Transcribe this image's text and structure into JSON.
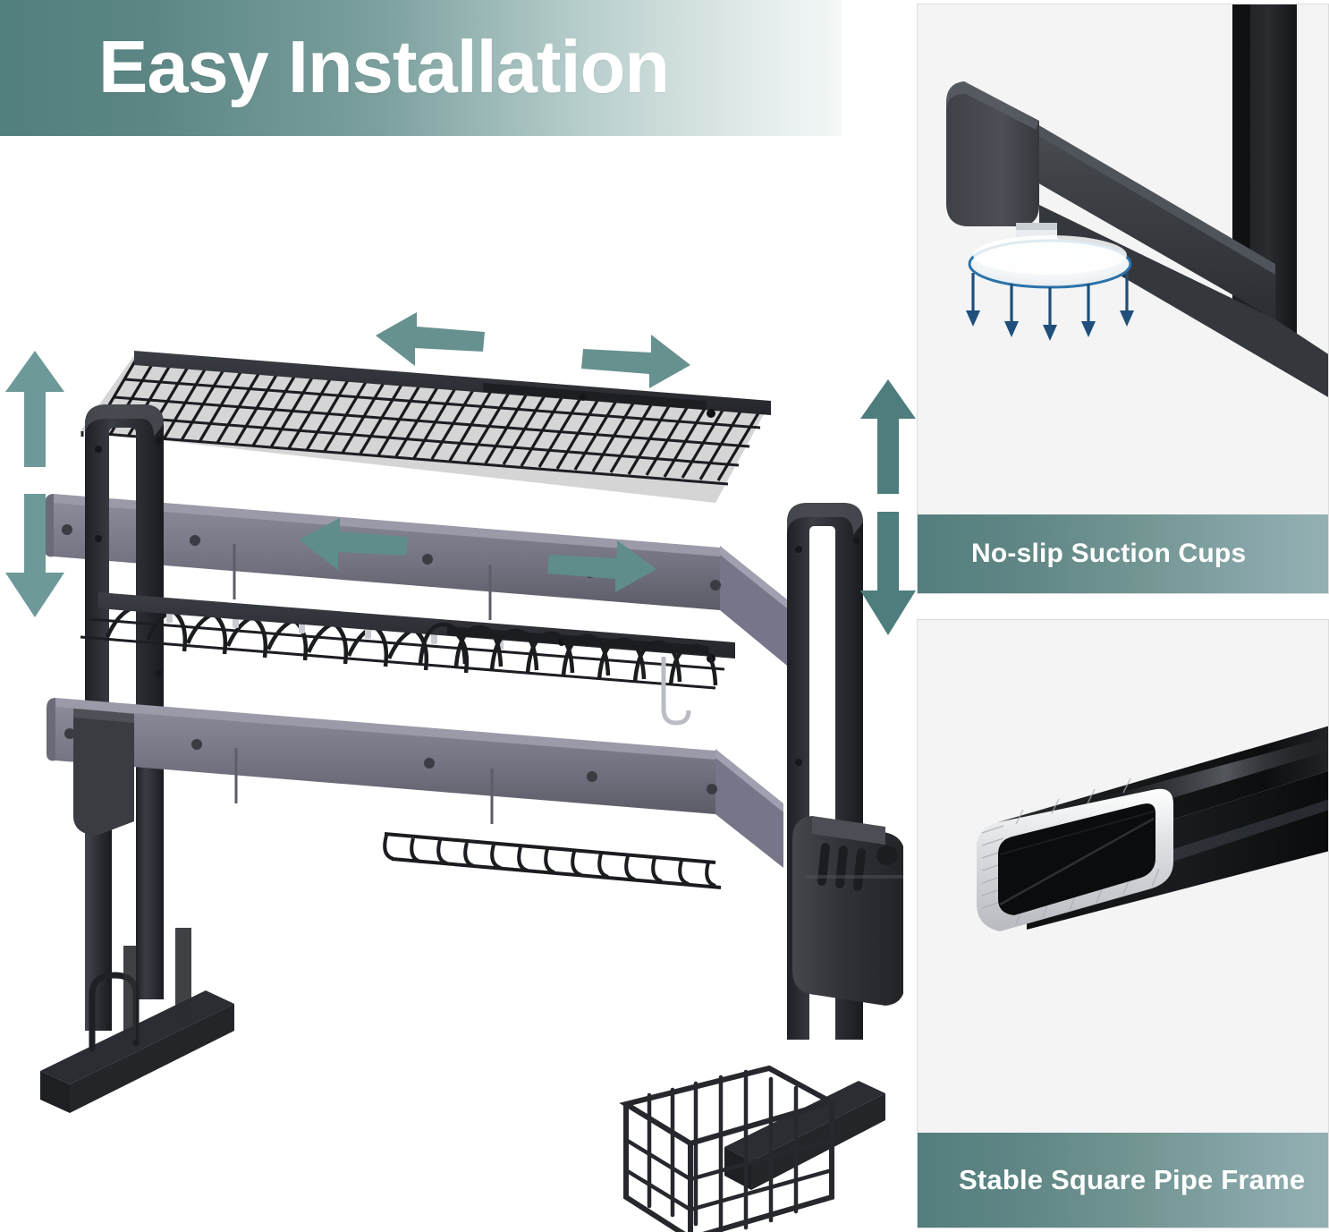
{
  "header": {
    "title": "Easy Installation",
    "gradient_from": "#52807e",
    "gradient_to": "#f4f8f7"
  },
  "main_photo": {
    "alt_name": "over-the-sink two-tier dish drying rack",
    "arrows": [
      {
        "name": "arrow-up-left",
        "direction": "up",
        "color": "#6d9a98"
      },
      {
        "name": "arrow-down-left",
        "direction": "down",
        "color": "#6d9a98"
      },
      {
        "name": "arrow-up-right",
        "direction": "up",
        "color": "#4d7d7c"
      },
      {
        "name": "arrow-down-right",
        "direction": "down",
        "color": "#4d7d7c"
      },
      {
        "name": "arrow-left-top-shelf",
        "direction": "left",
        "color": "#67918f"
      },
      {
        "name": "arrow-right-top-shelf",
        "direction": "right",
        "color": "#67918f"
      },
      {
        "name": "arrow-left-bottom-shelf",
        "direction": "left",
        "color": "#5f8d8b"
      },
      {
        "name": "arrow-right-bottom-shelf",
        "direction": "right",
        "color": "#5f8d8b"
      }
    ],
    "parts": {
      "frame_color": "#2f3136",
      "rail_color": "#6d6d7c",
      "wire_color": "#1d1f24",
      "accent_color": "#8e8e9c"
    }
  },
  "panels": [
    {
      "caption": "No-slip Suction Cups",
      "photo_name": "suction-cup-closeup-photo",
      "band_from": "#547e7d",
      "band_to": "#94b0b2",
      "detail": {
        "tube_color": "#3a3c40",
        "cup_color": "#f7f9fa",
        "arrow_color": "#1f4f7a",
        "arrow_count": 5
      }
    },
    {
      "caption": "Stable Square Pipe Frame",
      "photo_name": "square-pipe-crosssection-photo",
      "band_from": "#547e7d",
      "band_to": "#94b0b2",
      "detail": {
        "pipe_color": "#141618",
        "cut_edge_color": "#d8dadd",
        "highlight_color": "#5b5f66"
      }
    }
  ]
}
